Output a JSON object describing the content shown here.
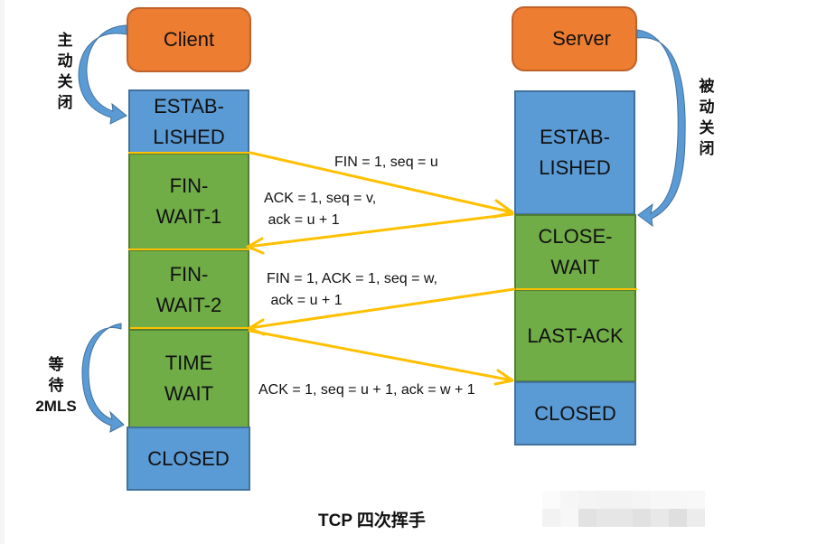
{
  "title": "TCP 四次挥手",
  "client": {
    "label": "Client",
    "side_note": "主\n动\n关\n闭",
    "states": [
      "ESTAB-\nLISHED",
      "FIN-\nWAIT-1",
      "FIN-\nWAIT-2",
      "TIME\nWAIT",
      "CLOSED"
    ],
    "wait_note": "等\n待\n2MLS"
  },
  "server": {
    "label": "Server",
    "side_note": "被\n动\n关\n闭",
    "states": [
      "ESTAB-\nLISHED",
      "CLOSE-\nWAIT",
      "LAST-ACK",
      "CLOSED"
    ]
  },
  "messages": [
    {
      "text": "FIN = 1, seq = u",
      "direction": "client-to-server"
    },
    {
      "text": "ACK = 1, seq = v,\n ack = u + 1",
      "direction": "server-to-client"
    },
    {
      "text": "FIN = 1, ACK = 1, seq = w,\n ack = u + 1",
      "direction": "server-to-client"
    },
    {
      "text": "ACK = 1, seq = u + 1, ack = w + 1",
      "direction": "client-to-server"
    }
  ],
  "colors": {
    "node": "#ed7d31",
    "established": "#5b9bd5",
    "transition": "#70ad47",
    "arrow": "#ffc000",
    "curve_arrow": "#4f81bd"
  }
}
